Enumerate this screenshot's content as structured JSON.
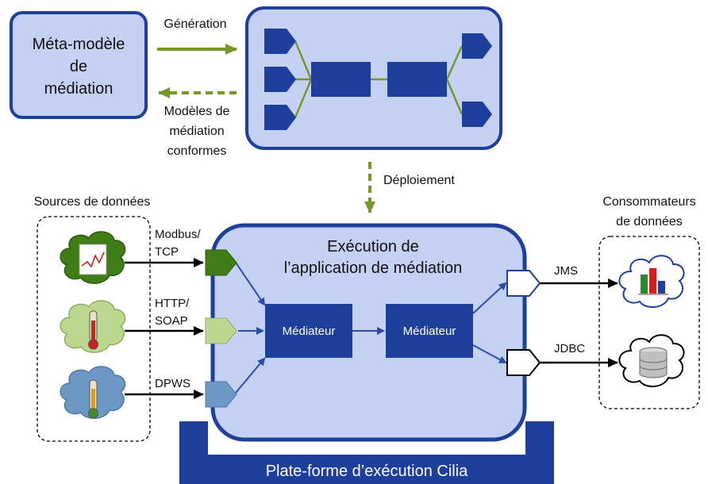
{
  "meta_model": {
    "line1": "Méta-modèle",
    "line2": "de",
    "line3": "médiation"
  },
  "generation_label": "Génération",
  "conform_models": {
    "line1": "Modèles de",
    "line2": "médiation",
    "line3": "conformes"
  },
  "deployment_label": "Déploiement",
  "sources": {
    "title": "Sources de données",
    "items": [
      {
        "protocol_line1": "Modbus/",
        "protocol_line2": "TCP",
        "color": "#3f7d16"
      },
      {
        "protocol_line1": "HTTP/",
        "protocol_line2": "SOAP",
        "color": "#bcd88e"
      },
      {
        "protocol_line1": "DPWS",
        "protocol_line2": "",
        "color": "#6e98c4"
      }
    ]
  },
  "consumers": {
    "title_line1": "Consommateurs",
    "title_line2": "de données",
    "items": [
      {
        "protocol": "JMS"
      },
      {
        "protocol": "JDBC"
      }
    ]
  },
  "execution": {
    "title_line1": "Exécution de",
    "title_line2": "l’application de médiation",
    "mediator1": "Médiateur",
    "mediator2": "Médiateur"
  },
  "platform_label": "Plate-forme d’exécution Cilia",
  "colors": {
    "dark_blue": "#1f3f9c",
    "light_blue_fill": "#c5d1f3",
    "arrow_green": "#76972a",
    "connector_blue": "#2b4ba8"
  }
}
